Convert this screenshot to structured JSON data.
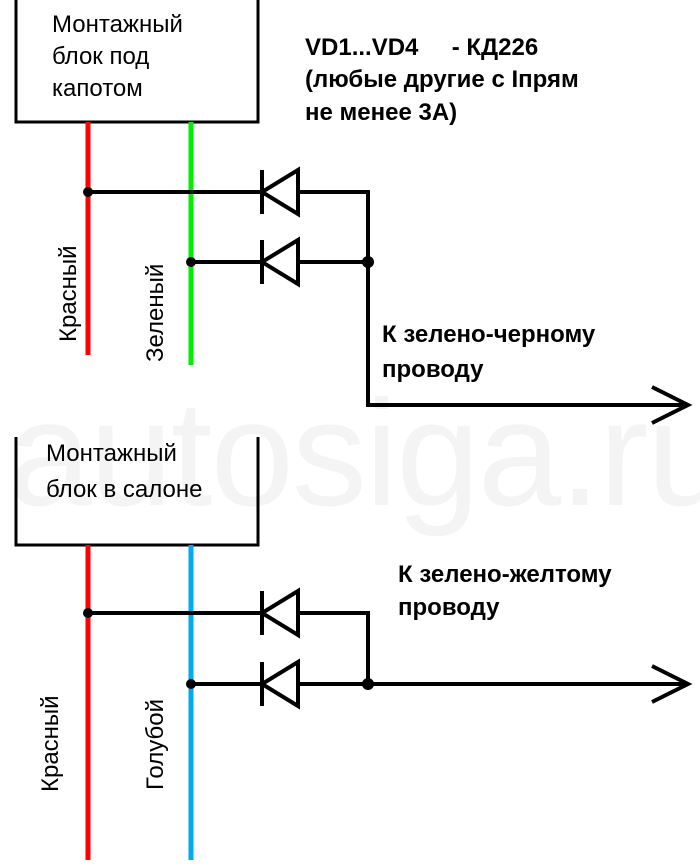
{
  "watermark": "autosiga.ru",
  "spec": {
    "line1": "VD1...VD4     - КД226",
    "line2": "(любые другие с Iпрям",
    "line3": "не менее 3А)"
  },
  "block_top": {
    "line1": "Монтажный",
    "line2": "блок под",
    "line3": "капотом"
  },
  "block_bottom": {
    "line1": "Монтажный",
    "line2": "блок в салоне"
  },
  "wires": {
    "top_red": "Красный",
    "top_green": "Зеленый",
    "bottom_red": "Красный",
    "bottom_blue": "Голубой"
  },
  "outputs": {
    "top_line1": "К зелено-черному",
    "top_line2": "проводу",
    "bottom_line1": "К зелено-желтому",
    "bottom_line2": "проводу"
  },
  "colors": {
    "red_wire": "#ff0000",
    "green_wire": "#00ee00",
    "blue_wire": "#00aaee",
    "line": "#000000"
  }
}
